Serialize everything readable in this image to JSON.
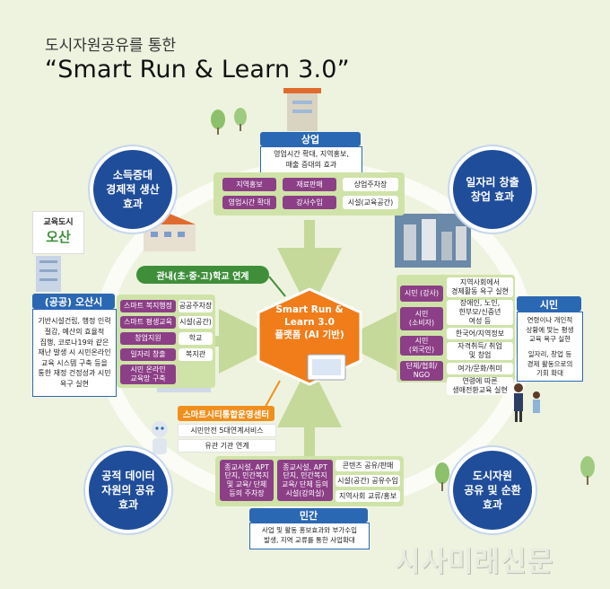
{
  "title_small": "도시자원공유를 통한",
  "title_main": "“Smart Run & Learn 3.0”",
  "center": "Smart Run &\nLearn 3.0\n플랫폼 (AI 기반)",
  "circles": {
    "top_left": "소득증대\n경제적 생산\n효과",
    "top_right": "일자리 창출\n창업 효과",
    "bottom_left": "공적 데이터\n자원의 공유\n효과",
    "bottom_right": "도시자원\n공유 및 순환\n효과"
  },
  "commerce": {
    "title": "상업",
    "desc": "영업시간 확대, 지역홍보,\n매출 증대의 효과",
    "items": [
      "지역홍보",
      "재료판매",
      "상업주차장",
      "영업시간 확대",
      "강사수입",
      "시설(교육공간)"
    ]
  },
  "public": {
    "title": "(공공) 오산시",
    "desc": "기반시설건립, 행정 인력\n절감, 예산의 효율적\n집행, 코로나19와 같은\n재난 발생 시 시민온라인\n교육 시스템 구축 등을\n통한 재정 건정성과 시민\n욕구 실현",
    "left_items": [
      "스마트 복지행정",
      "스마트 평생교육",
      "창업지원",
      "일자리 창출",
      "시민 온라인\n교육망 구축"
    ],
    "right_items": [
      "공공주차장",
      "시설(공간)",
      "학교",
      "복지관"
    ]
  },
  "citizen": {
    "title": "시민",
    "desc1": "연령이나 개인적\n상황에 맞는 평생\n교육 욕구 실현",
    "desc2": "일자리, 창업 등\n경제 활동으로의\n기회 확대",
    "groups": [
      "시민 (강사)",
      "시민\n(소비자)",
      "시민\n(외국인)",
      "단체/협회/\nNGO"
    ],
    "items": [
      "지역사회에서\n경제활동 욕구 실현",
      "장애인, 노인,\n한부모/신중년\n여성 등",
      "한국어/지역정보",
      "자격취득/ 취업\n및 창업",
      "여가/문화/취미",
      "연령에 따른\n생애전환교육 실현"
    ]
  },
  "private": {
    "title": "민간",
    "desc": "사업 및 활동 홍보효과와 부가수입\n발생, 지역 교류를 통한 사업확대",
    "items1": [
      "종교시설, APT\n단지, 민간복지\n및 교육/ 단체\n등의 주차장",
      "종교시설, APT\n단지, 민간복지\n교육/ 단체 등의\n시설(강의실)"
    ],
    "items2": [
      "콘텐츠 공유/판매",
      "시설(공간) 공유수입",
      "지역사회 교류/홍보"
    ]
  },
  "school_link": "관내(초·중·고)학교 연계",
  "smart_city": {
    "title": "스마트시티통합운영센터",
    "items": [
      "시민안전 5대연계서비스",
      "유관 기관 연계"
    ]
  },
  "logo": {
    "line1": "교육도시",
    "line2": "오산"
  },
  "watermark": "시사미래신문",
  "colors": {
    "accent": "#2b68b4",
    "circle": "#1f4d9a",
    "pill": "#8c3f87",
    "panel": "#cfe3a8",
    "center": "#f07d1a",
    "green": "#3f8f3a",
    "orange": "#f08f1c"
  }
}
